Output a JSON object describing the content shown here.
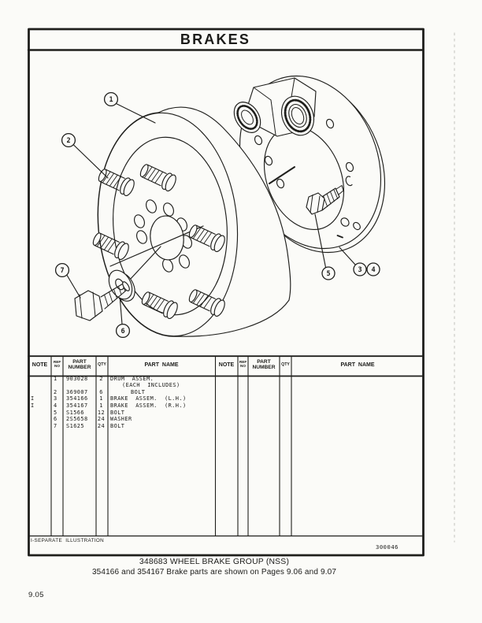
{
  "page": {
    "title": "BRAKES",
    "page_number": "9.05",
    "footnote": "I-SEPARATE  ILLUSTRATION",
    "form_number": "300046",
    "caption_line1": "348683 WHEEL BRAKE GROUP (NSS)",
    "caption_line2": "354166 and 354167 Brake parts are shown on Pages 9.06 and 9.07"
  },
  "table": {
    "headers": {
      "note": "NOTE",
      "ref_line1": "REF",
      "ref_line2": "NO",
      "pn_line1": "PART",
      "pn_line2": "NUMBER",
      "qty": "QTY",
      "part_name": "PART  NAME"
    },
    "rows": [
      {
        "note": "",
        "ref": "1",
        "part_number": "903028",
        "qty": "2",
        "part_name": "DRUM  ASSEM.",
        "indent": 0
      },
      {
        "note": "",
        "ref": "",
        "part_number": "",
        "qty": "",
        "part_name": "(EACH  INCLUDES)",
        "indent": 15
      },
      {
        "note": "",
        "ref": "2",
        "part_number": "369007",
        "qty": "6",
        "part_name": "BOLT",
        "indent": 26
      },
      {
        "note": "I",
        "ref": "3",
        "part_number": "354166",
        "qty": "1",
        "part_name": "BRAKE  ASSEM.  (L.H.)",
        "indent": 0
      },
      {
        "note": "I",
        "ref": "4",
        "part_number": "354167",
        "qty": "1",
        "part_name": "BRAKE  ASSEM.  (R.H.)",
        "indent": 0
      },
      {
        "note": "",
        "ref": "5",
        "part_number": "S1566",
        "qty": "12",
        "part_name": "BOLT",
        "indent": 0
      },
      {
        "note": "",
        "ref": "6",
        "part_number": "2S5658",
        "qty": "24",
        "part_name": "WASHER",
        "indent": 0
      },
      {
        "note": "",
        "ref": "7",
        "part_number": "S1625",
        "qty": "24",
        "part_name": "BOLT",
        "indent": 0
      }
    ]
  },
  "diagram": {
    "callouts": [
      {
        "label": "1"
      },
      {
        "label": "2"
      },
      {
        "label": "3"
      },
      {
        "label": "4"
      },
      {
        "label": "5"
      },
      {
        "label": "6"
      },
      {
        "label": "7"
      }
    ]
  }
}
